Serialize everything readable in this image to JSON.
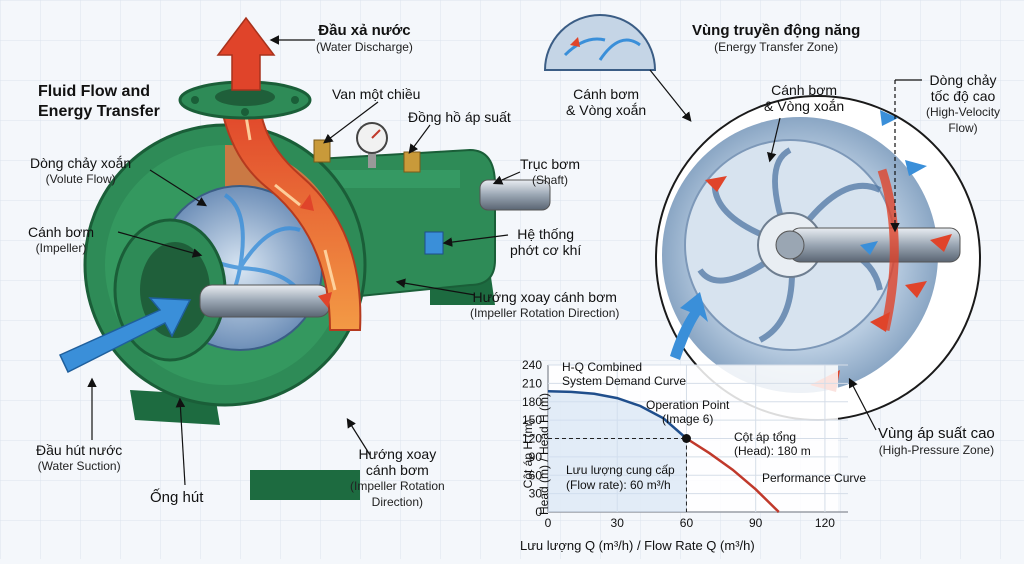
{
  "header": {
    "title_line1": "Fluid Flow and",
    "title_line2": "Energy Transfer"
  },
  "labels": {
    "discharge_vi": "Đầu xả nước",
    "discharge_en": "(Water Discharge)",
    "check_valve": "Van một chiều",
    "pressure_gauge": "Đồng hồ áp suất",
    "volute_flow_vi": "Dòng chảy xoắn",
    "volute_flow_en": "(Volute Flow)",
    "impeller_vi": "Cánh bơm",
    "impeller_en": "(Impeller)",
    "shaft_vi": "Trục bơm",
    "shaft_en": "(Shaft)",
    "seal_vi_line1": "Hệ thống",
    "seal_vi_line2": "phớt cơ khí",
    "rotation_top_vi": "Hướng xoay cánh bơm",
    "rotation_top_en": "(Impeller Rotation Direction)",
    "suction_vi": "Đầu hút nước",
    "suction_en": "(Water Suction)",
    "suction_pipe": "Ống hút",
    "rotation_bottom_vi_line1": "Hướng xoay",
    "rotation_bottom_vi_line2": "cánh bơm",
    "rotation_bottom_en_line1": "(Impeller Rotation",
    "rotation_bottom_en_line2": "Direction)",
    "thumb_vi_line1": "Cánh bơm",
    "thumb_vi_line2": "& Vòng xoắn",
    "zone_title_vi": "Vùng truyền động năng",
    "zone_title_en": "(Energy Transfer Zone)",
    "zone_impeller_line1": "Cánh bơm",
    "zone_impeller_line2": "& Vòng xoắn",
    "high_velocity_vi_line1": "Dòng chảy",
    "high_velocity_vi_line2": "tốc độ cao",
    "high_velocity_en_line1": "(High-Velocity",
    "high_velocity_en_line2": "Flow)",
    "high_pressure_vi": "Vùng áp suất cao",
    "high_pressure_en": "(High-Pressure Zone)"
  },
  "colors": {
    "pump_green": "#2e8b57",
    "pump_dark": "#1d6b40",
    "flow_red": "#e0442a",
    "flow_orange": "#f08a3a",
    "flow_blue": "#3a8fd9",
    "curve_blue": "#1f4e8c",
    "curve_red": "#c0392b"
  },
  "chart_data": {
    "type": "line",
    "xlabel": "Lưu lượng Q (m³/h) / Flow Rate Q (m³/h)",
    "ylabel_line1": "Cột áp H (m)",
    "ylabel_line2": "Head (m) / Head H (m)",
    "xlim": [
      0,
      130
    ],
    "ylim": [
      0,
      240
    ],
    "x_ticks": [
      "0",
      "30",
      "60",
      "90",
      "120"
    ],
    "x_tick_values": [
      0,
      30,
      60,
      90,
      120
    ],
    "y_ticks": [
      "0",
      "30",
      "60",
      "90",
      "120",
      "150",
      "180",
      "210",
      "240"
    ],
    "y_tick_values": [
      0,
      30,
      60,
      90,
      120,
      150,
      180,
      210,
      240
    ],
    "series": [
      {
        "name": "H-Q Combined System Demand Curve",
        "color": "#1f4e8c",
        "x": [
          0,
          10,
          20,
          30,
          40,
          50,
          60
        ],
        "y": [
          197,
          196,
          193,
          186,
          173,
          153,
          120
        ]
      },
      {
        "name": "Performance Curve",
        "color": "#c0392b",
        "x": [
          60,
          70,
          80,
          90,
          100
        ],
        "y": [
          120,
          96,
          69,
          37,
          0
        ]
      }
    ],
    "annotations": {
      "hq_line1": "H-Q Combined",
      "hq_line2": "System Demand Curve",
      "op_line1": "Operation Point",
      "op_line2": "(Image 6)",
      "op_x": 60,
      "op_y": 120,
      "head_line1": "Cột áp tổng",
      "head_line2": "(Head): 180 m",
      "flow_line1": "Lưu lượng cung cấp",
      "flow_line2": "(Flow rate): 60 m³/h",
      "performance": "Performance Curve"
    }
  }
}
